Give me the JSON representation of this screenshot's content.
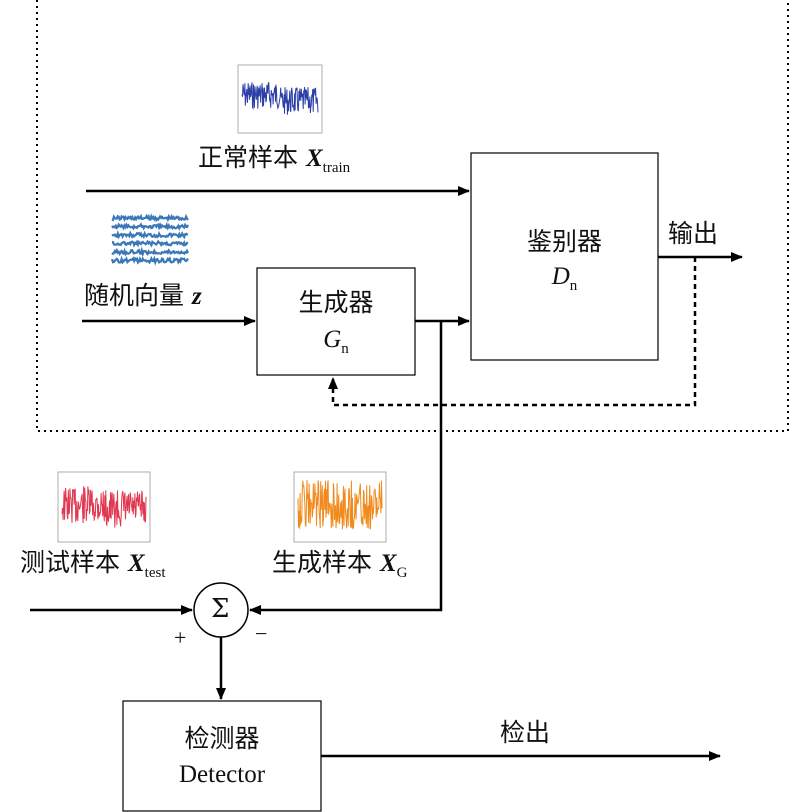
{
  "labels": {
    "normal_sample": "正常样本",
    "normal_sample_symbol": "X",
    "normal_sample_sub": "train",
    "random_vector": "随机向量",
    "random_vector_symbol": "z",
    "generator": "生成器",
    "generator_symbol": "G",
    "generator_sub": "n",
    "discriminator": "鉴别器",
    "discriminator_symbol": "D",
    "discriminator_sub": "n",
    "output": "输出",
    "test_sample": "测试样本",
    "test_sample_symbol": "X",
    "test_sample_sub": "test",
    "generated_sample": "生成样本",
    "generated_sample_symbol": "X",
    "generated_sample_sub": "G",
    "sum_symbol": "Σ",
    "plus": "+",
    "minus": "−",
    "detector": "检测器",
    "detector_en": "Detector",
    "detect_out": "检出"
  },
  "colors": {
    "train_signal": "#2b3fa6",
    "noise_lines": "#3a78b8",
    "test_signal": "#e0384f",
    "gen_signal": "#f08a1c"
  }
}
